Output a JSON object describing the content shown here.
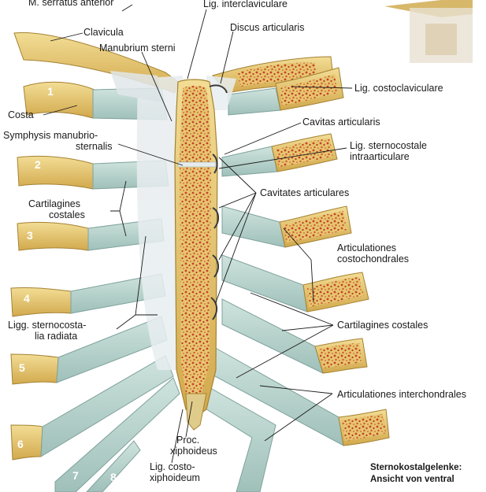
{
  "colors": {
    "bone": "#e9cf7a",
    "bone_dark": "#c9a24a",
    "marrow": "#c8402d",
    "cartilage": "#b9d4cf",
    "cartilage_dark": "#8fb1ab",
    "ligament": "#e7ecef",
    "line": "#1a1a1a"
  },
  "labels": {
    "m_serratus": "M. serratus anterior",
    "lig_interclav": "Lig. interclaviculare",
    "clavicula": "Clavicula",
    "discus": "Discus articularis",
    "manubrium": "Manubrium sterni",
    "lig_costoclav": "Lig. costoclaviculare",
    "costa": "Costa",
    "cavitas": "Cavitas articularis",
    "symphysis_1": "Symphysis manubrio-",
    "symphysis_2": "sternalis",
    "lig_sterno_intra_1": "Lig. sternocostale",
    "lig_sterno_intra_2": "intraarticulare",
    "cavitates": "Cavitates articulares",
    "cartilagines_left_1": "Cartilagines",
    "cartilagines_left_2": "costales",
    "artic_costochon_1": "Articulationes",
    "artic_costochon_2": "costochondrales",
    "ligg_radiata_1": "Ligg. sternocosta-",
    "ligg_radiata_2": "lia radiata",
    "cartilagines_right": "Cartilagines costales",
    "artic_interchon": "Articulationes interchondrales",
    "proc_xiph_1": "Proc.",
    "proc_xiph_2": "xiphoideus",
    "lig_costoxiph_1": "Lig. costo-",
    "lig_costoxiph_2": "xiphoideum"
  },
  "rib_numbers": [
    "1",
    "2",
    "3",
    "4",
    "5",
    "6",
    "7",
    "8"
  ],
  "caption": {
    "line1": "Sternokostalgelenke:",
    "line2": "Ansicht von ventral"
  }
}
